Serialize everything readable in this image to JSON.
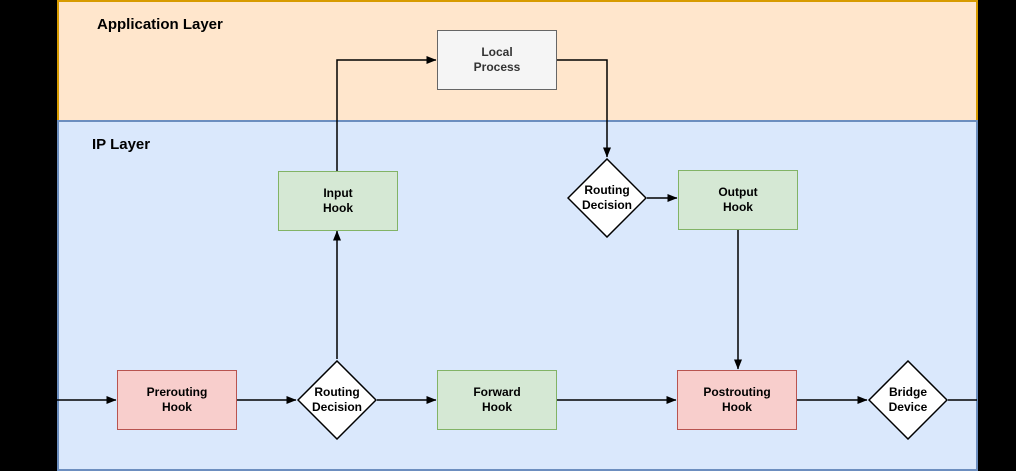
{
  "layers": {
    "application": {
      "label": "Application Layer",
      "fill": "#FFE6CC",
      "border": "#D79B00"
    },
    "ip": {
      "label": "IP Layer",
      "fill": "#DAE8FC",
      "border": "#6C8EBF"
    }
  },
  "nodes": {
    "local_process": {
      "label": "Local\nProcess",
      "shape": "rect",
      "fill": "#F5F5F5",
      "border": "#666666",
      "layer": "application"
    },
    "input_hook": {
      "label": "Input\nHook",
      "shape": "rect",
      "fill": "#D5E8D4",
      "border": "#82B366",
      "layer": "ip"
    },
    "routing_decision_top": {
      "label": "Routing\nDecision",
      "shape": "diamond",
      "fill": "#FFFFFF",
      "border": "#000000",
      "layer": "ip"
    },
    "output_hook": {
      "label": "Output\nHook",
      "shape": "rect",
      "fill": "#D5E8D4",
      "border": "#82B366",
      "layer": "ip"
    },
    "prerouting_hook": {
      "label": "Prerouting\nHook",
      "shape": "rect",
      "fill": "#F8CECC",
      "border": "#B85450",
      "layer": "ip"
    },
    "routing_decision_bottom": {
      "label": "Routing\nDecision",
      "shape": "diamond",
      "fill": "#FFFFFF",
      "border": "#000000",
      "layer": "ip"
    },
    "forward_hook": {
      "label": "Forward\nHook",
      "shape": "rect",
      "fill": "#D5E8D4",
      "border": "#82B366",
      "layer": "ip"
    },
    "postrouting_hook": {
      "label": "Postrouting\nHook",
      "shape": "rect",
      "fill": "#F8CECC",
      "border": "#B85450",
      "layer": "ip"
    },
    "bridge_device": {
      "label": "Bridge\nDevice",
      "shape": "diamond",
      "fill": "#FFFFFF",
      "border": "#000000",
      "layer": "ip"
    }
  },
  "edges": [
    {
      "from": "left-edge",
      "to": "prerouting_hook",
      "arrow": true
    },
    {
      "from": "prerouting_hook",
      "to": "routing_decision_bottom",
      "arrow": true
    },
    {
      "from": "routing_decision_bottom",
      "to": "input_hook",
      "arrow": true
    },
    {
      "from": "input_hook",
      "to": "local_process",
      "arrow": true
    },
    {
      "from": "local_process",
      "to": "routing_decision_top",
      "arrow": true
    },
    {
      "from": "routing_decision_top",
      "to": "output_hook",
      "arrow": true
    },
    {
      "from": "output_hook",
      "to": "postrouting_hook",
      "arrow": true
    },
    {
      "from": "routing_decision_bottom",
      "to": "forward_hook",
      "arrow": true
    },
    {
      "from": "forward_hook",
      "to": "postrouting_hook",
      "arrow": true
    },
    {
      "from": "postrouting_hook",
      "to": "bridge_device",
      "arrow": true
    },
    {
      "from": "bridge_device",
      "to": "right-edge",
      "arrow": false
    }
  ]
}
